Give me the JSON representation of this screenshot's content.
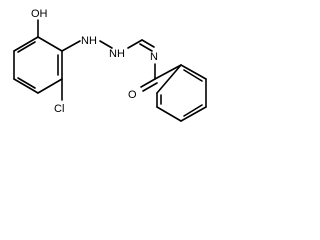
{
  "molecule": {
    "labels": {
      "hydroxyl": "OH",
      "amine_nh_1": "NH",
      "amine_nh_2": "NH",
      "imine_n": "N",
      "carbonyl_o": "O",
      "chlorine": "Cl"
    }
  }
}
